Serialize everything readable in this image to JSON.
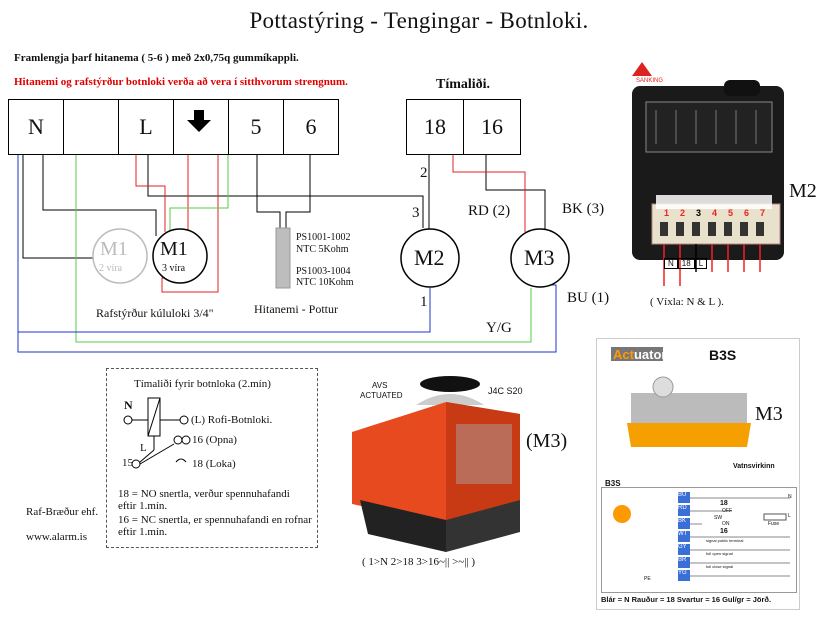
{
  "title": "Pottastýring - Tengingar - Botnloki.",
  "note_extension": "Framlengja þarf hitanema ( 5-6 ) með 2x0,75q gummíkappli.",
  "note_warning": "Hitanemi og rafstýrður botnloki verða að vera í sitthvorum strengnum.",
  "terminals_main": [
    "N",
    "",
    "L",
    "",
    "5",
    "6"
  ],
  "timer_heading": "Tímaliði.",
  "terminals_timer": [
    "18",
    "16"
  ],
  "m1_gray": {
    "name": "M1",
    "sub": "2 víra"
  },
  "m1_black": {
    "name": "M1",
    "sub": "3 víra"
  },
  "m2_label": "M2",
  "m3_label": "M3",
  "valve_caption": "Rafstýrður kúluloki 3/4\"",
  "sensor_caption": "Hitanemi - Pottur",
  "sensor_specs": [
    "PS1001-1002",
    "NTC  5Kohm",
    "PS1003-1004",
    "NTC 10Kohm"
  ],
  "wire_labels": {
    "w2": "2",
    "w3": "3",
    "w1": "1",
    "rd": "RD (2)",
    "bk": "BK (3)",
    "bu": "BU (1)",
    "yg": "Y/G"
  },
  "timer_box": {
    "heading": "Tímaliði fyrir botnloka (2.mín)",
    "n": "N",
    "l": "L",
    "num15": "15",
    "o1": "(L) Rofi-Botnloki.",
    "o2": "16  (Opna)",
    "o3": "18  (Loka)",
    "notes": [
      "18 = NO snertla, verður spennuhafandi",
      "eftir 1.mín.",
      "16 = NC snertla, er spennuhafandi en rofnar",
      "eftir 1.mín."
    ]
  },
  "company": "Raf-Bræður ehf.",
  "website": "www.alarm.is",
  "m2_photo": {
    "brand": "SANKING",
    "big_label": "M2",
    "pins": [
      "1",
      "2",
      "3",
      "4",
      "5",
      "6",
      "7"
    ],
    "strip": [
      "N",
      "18",
      "L"
    ],
    "caption": "( Víxla: N & L )."
  },
  "m3_photo": {
    "brand_top": "AVS",
    "brand_sub": "ACTUATED",
    "model": "J4C S20",
    "label": "(M3)",
    "caption": "( 1>N  2>18  3>16~|| >~|| )"
  },
  "b3s": {
    "brand_a": "Act",
    "brand_b": "uator",
    "model": "B3S",
    "label": "M3",
    "subtitle": "Vatnsvirkinn",
    "section": "B3S",
    "rows": [
      "BU",
      "RD",
      "BK",
      "WT",
      "GY",
      "BR",
      "YG"
    ],
    "row_colors": [
      "#3a6fd8",
      "#3a6fd8",
      "#3a6fd8",
      "#3a6fd8",
      "#3a6fd8",
      "#3a6fd8",
      "#3a6fd8"
    ],
    "tag18": "18",
    "tag16": "16",
    "off": "OFF",
    "on": "ON",
    "sw": "SW",
    "fuse": "Fuse",
    "n": "N",
    "l": "L",
    "pe": "PE",
    "sig1": "signal public terminal",
    "sig2": "full open signal",
    "sig3": "full close signal",
    "legend": "Blár = N   Rauður = 18  Svartur = 16  Gul/gr = Jörð."
  },
  "colors": {
    "red": "#e02020",
    "green": "#55cc44",
    "blue": "#2233cc",
    "gray": "#bbbbbb"
  }
}
